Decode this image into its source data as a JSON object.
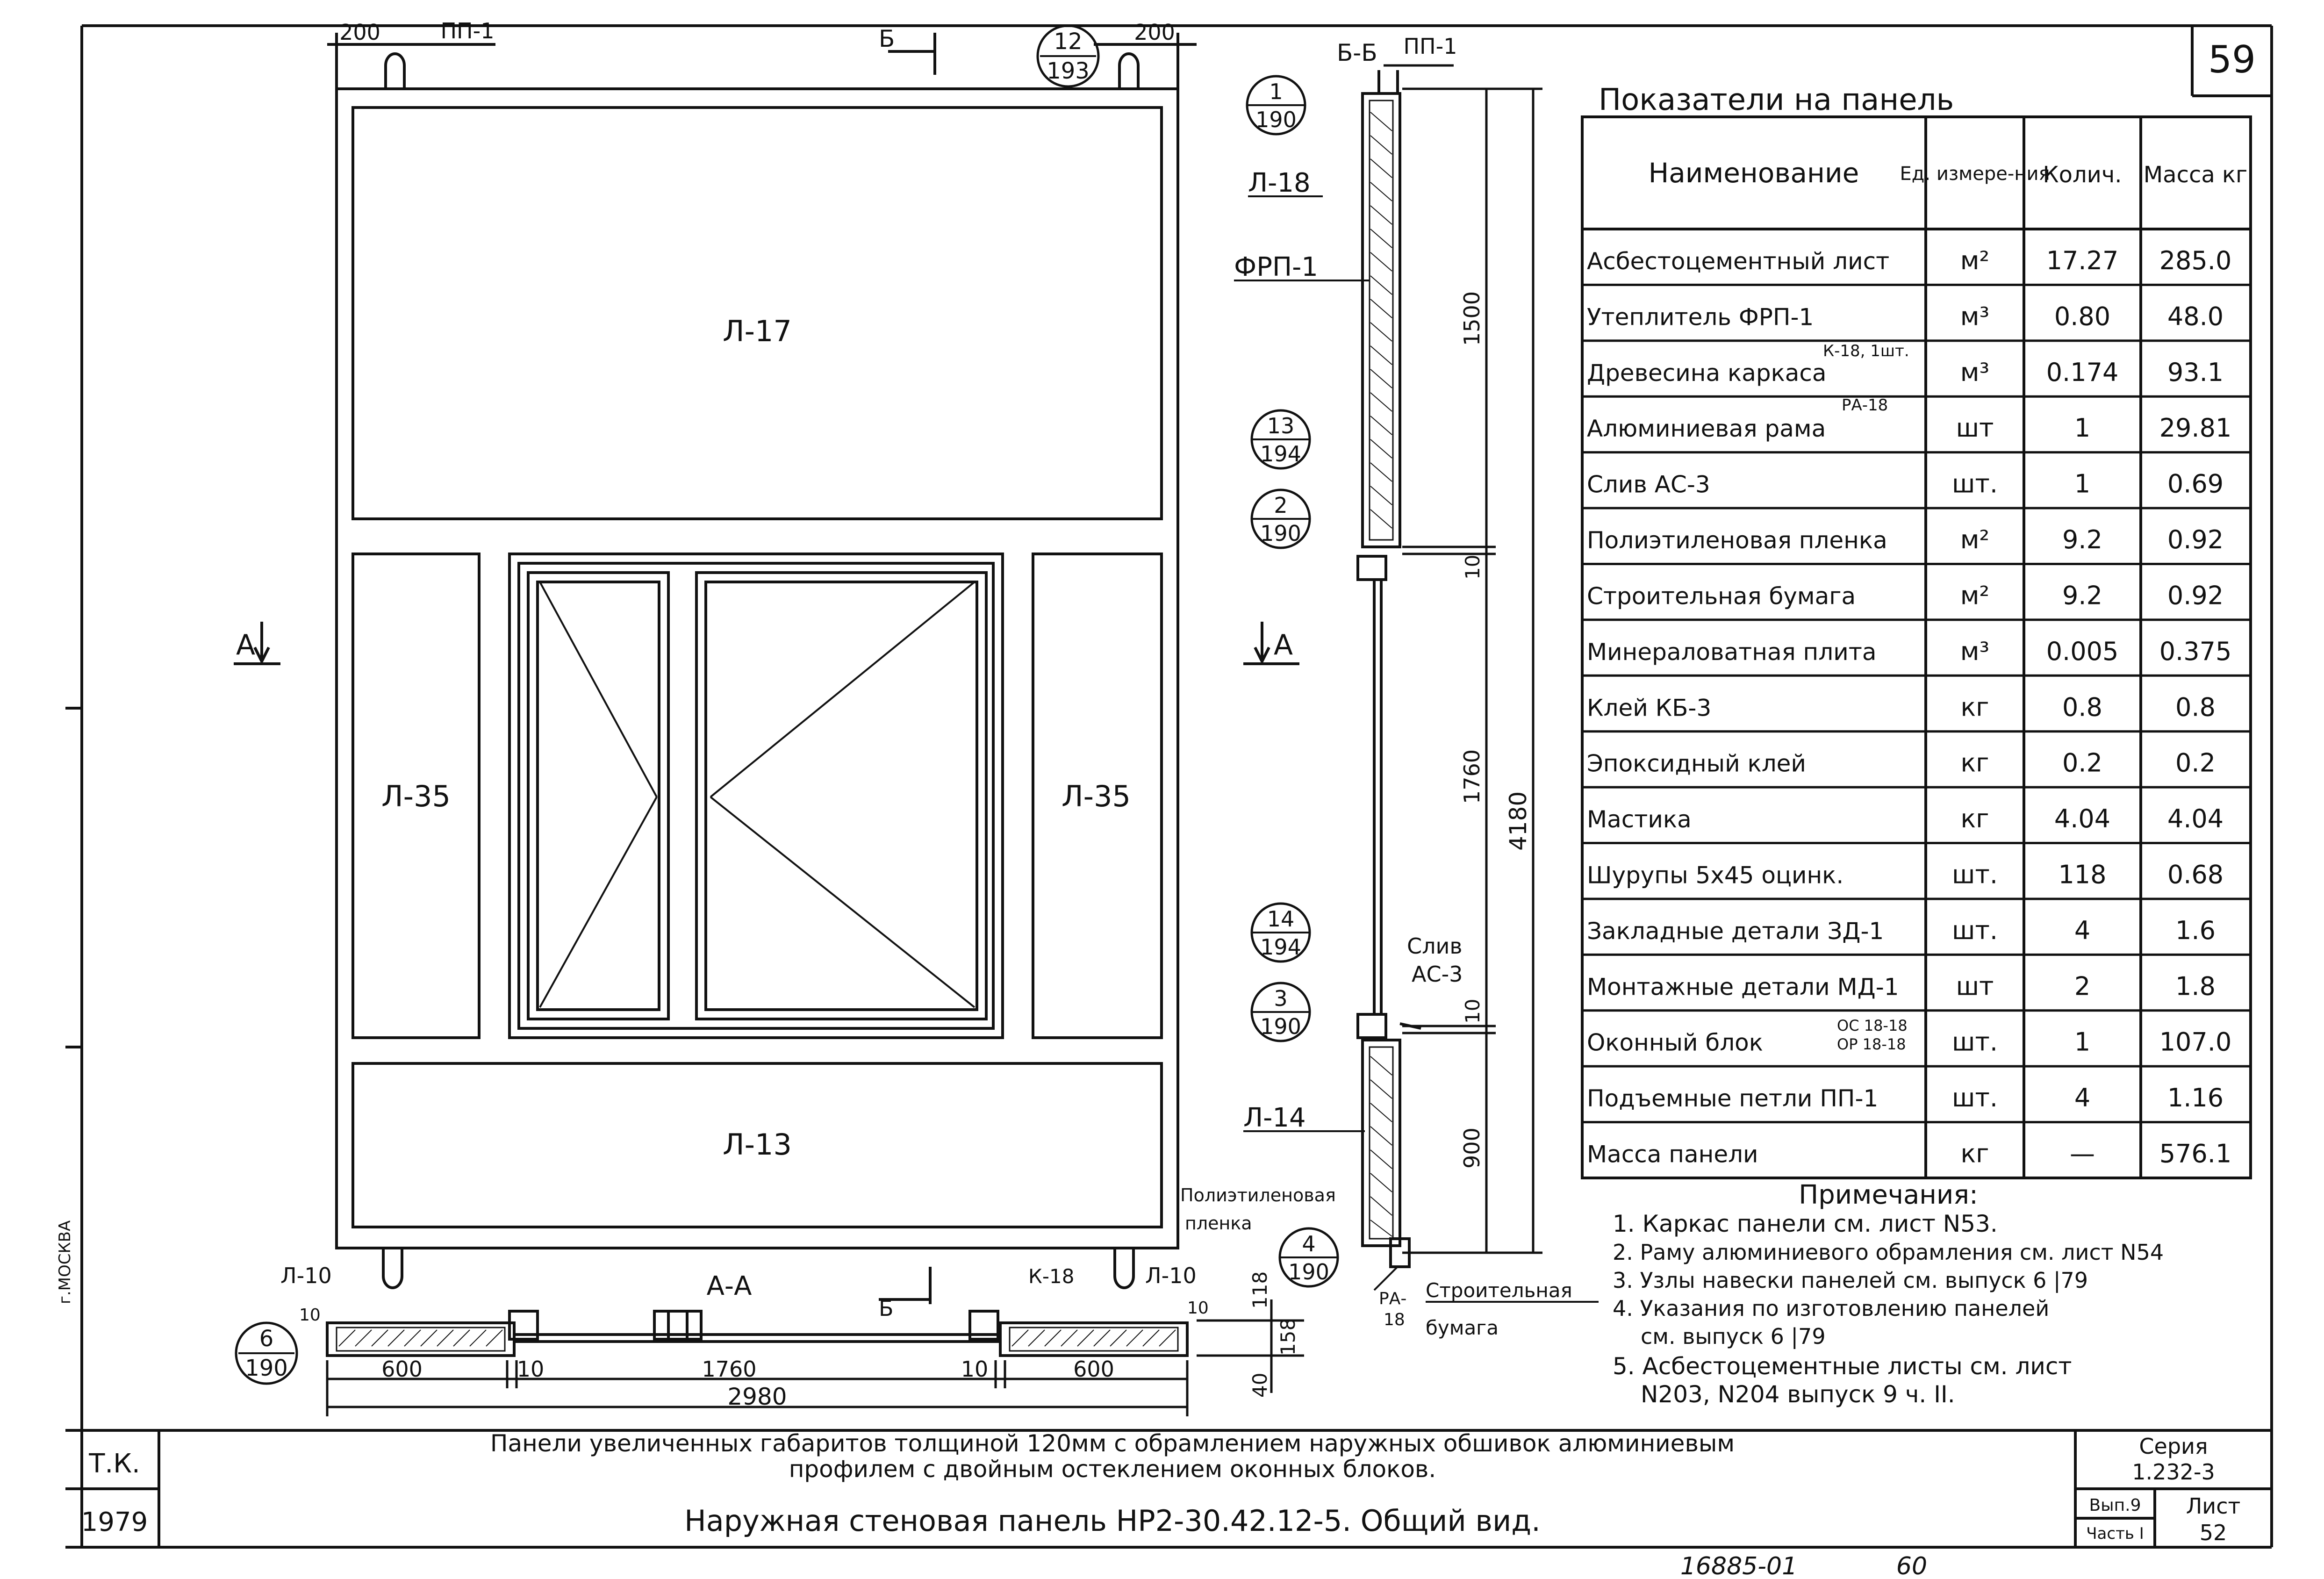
{
  "sheet": {
    "page_number": "59",
    "stamp_left": "Т.К.",
    "year": "1979",
    "city_mark": "г.МОСКВА",
    "title_line1": "Панели увеличенных габаритов толщиной 120мм с обрамлением наружных обшивок алюминиевым",
    "title_line2": "профилем с двойным остеклением оконных блоков.",
    "title_main": "Наружная стеновая панель НР2-30.42.12-5. Общий вид.",
    "series_label": "Серия",
    "series_value": "1.232-3",
    "issue_label": "Вып.9",
    "part_label": "Часть I",
    "list_label": "Лист",
    "list_value": "52",
    "archive_number": "16885-01",
    "archive_page": "60"
  },
  "elevation": {
    "panel_top": "Л-17",
    "panel_left": "Л-35",
    "panel_right": "Л-35",
    "panel_bottom": "Л-13",
    "lift_loop": "ПП-1",
    "dim_200_left": "200",
    "dim_200_right": "200",
    "section_b": "Б",
    "section_a": "А",
    "callout_12_193": {
      "num": "12",
      "den": "193"
    }
  },
  "section_aa": {
    "title": "А-А",
    "label_l10_left": "Л-10",
    "label_l10_right": "Л-10",
    "label_k18": "К-18",
    "label_10_left": "10",
    "label_10_right": "10",
    "section_b": "Б",
    "callout_6_190": {
      "num": "6",
      "den": "190"
    },
    "dims": [
      "600",
      "10",
      "1760",
      "10",
      "600"
    ],
    "total": "2980",
    "dim_118": "118",
    "dim_158": "158",
    "dim_40": "40"
  },
  "section_bb": {
    "title": "Б-Б",
    "lift_loop": "ПП-1",
    "label_l18": "Л-18",
    "label_frp": "ФРП-1",
    "label_l14": "Л-14",
    "label_a": "А",
    "label_sliv": "Слив",
    "label_ac3": "АС-3",
    "label_film_1": "Полиэтиленовая",
    "label_film_2": "пленка",
    "label_paper_1": "Строительная",
    "label_paper_2": "бумага",
    "label_ra": "РА-",
    "label_ra2": "18",
    "callouts": [
      {
        "num": "1",
        "den": "190"
      },
      {
        "num": "13",
        "den": "194"
      },
      {
        "num": "2",
        "den": "190"
      },
      {
        "num": "14",
        "den": "194"
      },
      {
        "num": "3",
        "den": "190"
      },
      {
        "num": "4",
        "den": "190"
      }
    ],
    "dims": [
      "1500",
      "10",
      "1760",
      "10",
      "900"
    ],
    "total": "4180"
  },
  "table": {
    "title": "Показатели на панель",
    "headers": [
      "Наименование",
      "Ед. измере-ния",
      "Колич.",
      "Масса кг"
    ],
    "rows": [
      [
        "Асбестоцементный лист",
        "м²",
        "17.27",
        "285.0"
      ],
      [
        "Утеплитель ФРП-1",
        "м³",
        "0.80",
        "48.0"
      ],
      [
        "Древесина каркаса",
        "м³",
        "0.174",
        "93.1"
      ],
      [
        "Алюминиевая рама",
        "шт",
        "1",
        "29.81"
      ],
      [
        "Слив АС-3",
        "шт.",
        "1",
        "0.69"
      ],
      [
        "Полиэтиленовая пленка",
        "м²",
        "9.2",
        "0.92"
      ],
      [
        "Строительная бумага",
        "м²",
        "9.2",
        "0.92"
      ],
      [
        "Минераловатная плита",
        "м³",
        "0.005",
        "0.375"
      ],
      [
        "Клей КБ-3",
        "кг",
        "0.8",
        "0.8"
      ],
      [
        "Эпоксидный клей",
        "кг",
        "0.2",
        "0.2"
      ],
      [
        "Мастика",
        "кг",
        "4.04",
        "4.04"
      ],
      [
        "Шурупы 5х45 оцинк.",
        "шт.",
        "118",
        "0.68"
      ],
      [
        "Закладные детали ЗД-1",
        "шт.",
        "4",
        "1.6"
      ],
      [
        "Монтажные детали МД-1",
        "шт",
        "2",
        "1.8"
      ],
      [
        "Оконный блок",
        "шт.",
        "1",
        "107.0"
      ],
      [
        "Подъемные петли ПП-1",
        "шт.",
        "4",
        "1.16"
      ],
      [
        "Масса панели",
        "кг",
        "—",
        "576.1"
      ]
    ],
    "sup_k18": "К-18, 1шт.",
    "sup_ra18": "РА-18",
    "window_blocks": [
      "ОС 18-18",
      "ОР 18-18"
    ]
  },
  "notes": {
    "title": "Примечания:",
    "items": [
      "1. Каркас панели см. лист N53.",
      "2. Раму алюминиевого обрамления см. лист N54",
      "3. Узлы навески панелей см. выпуск 6 |79",
      "4. Указания по изготовлению панелей",
      "см. выпуск 6 |79",
      "5. Асбестоцементные листы см. лист",
      "N203, N204 выпуск 9 ч. II."
    ]
  }
}
